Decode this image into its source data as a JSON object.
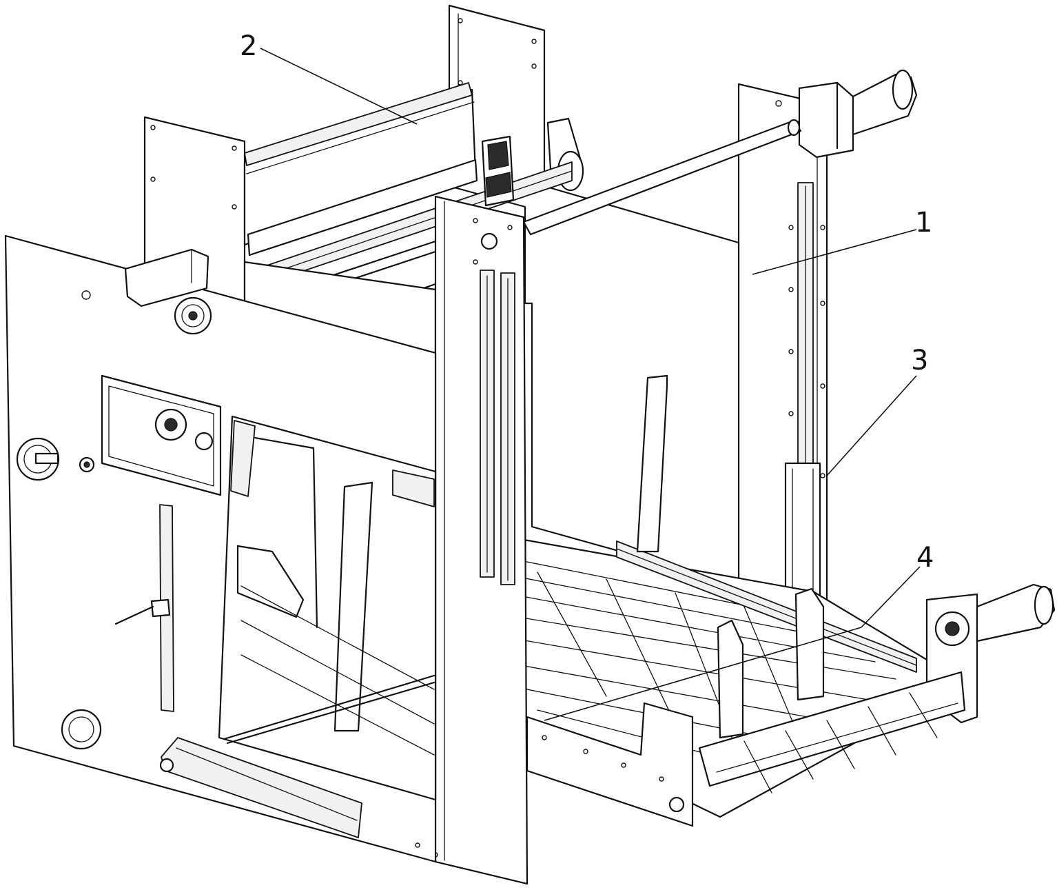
{
  "figure": {
    "callouts": [
      {
        "id": "1",
        "label": "1"
      },
      {
        "id": "2",
        "label": "2"
      },
      {
        "id": "3",
        "label": "3"
      },
      {
        "id": "4",
        "label": "4"
      }
    ]
  },
  "colors": {
    "line": "#111111",
    "background": "#ffffff"
  }
}
